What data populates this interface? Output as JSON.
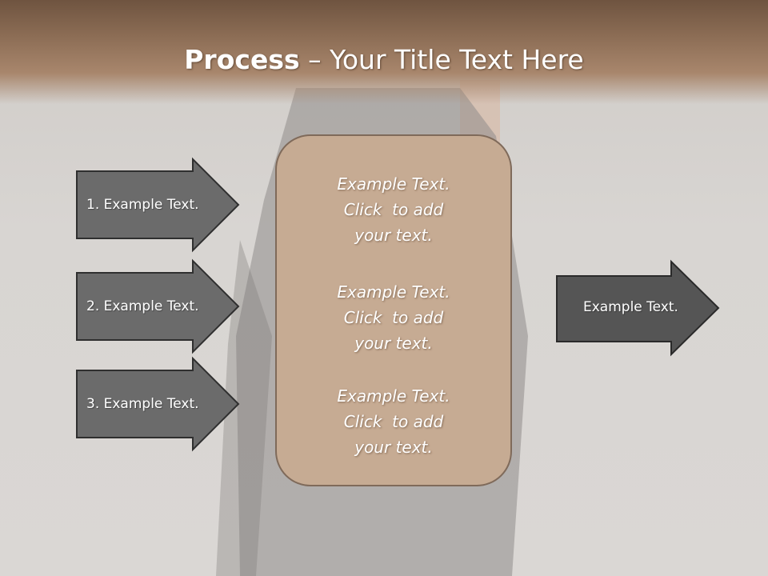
{
  "title": {
    "bold": "Process",
    "rest": " – Your Title Text Here"
  },
  "left_arrows": [
    {
      "label": "1. Example Text."
    },
    {
      "label": "2. Example Text."
    },
    {
      "label": "3. Example Text."
    }
  ],
  "center_blocks": [
    {
      "lines": [
        "Example Text.",
        "Click  to add",
        "your text."
      ]
    },
    {
      "lines": [
        "Example Text.",
        "Click  to add",
        "your text."
      ]
    },
    {
      "lines": [
        "Example Text.",
        "Click  to add",
        "your text."
      ]
    }
  ],
  "right_arrow": {
    "label": "Example Text."
  },
  "colors": {
    "header_brown": "#8c6d55",
    "arrow_fill": "#6b6b6b",
    "arrow_right_fill": "#555555",
    "center_box_fill": "#c6ab93",
    "center_box_border": "#7f6a5a"
  }
}
